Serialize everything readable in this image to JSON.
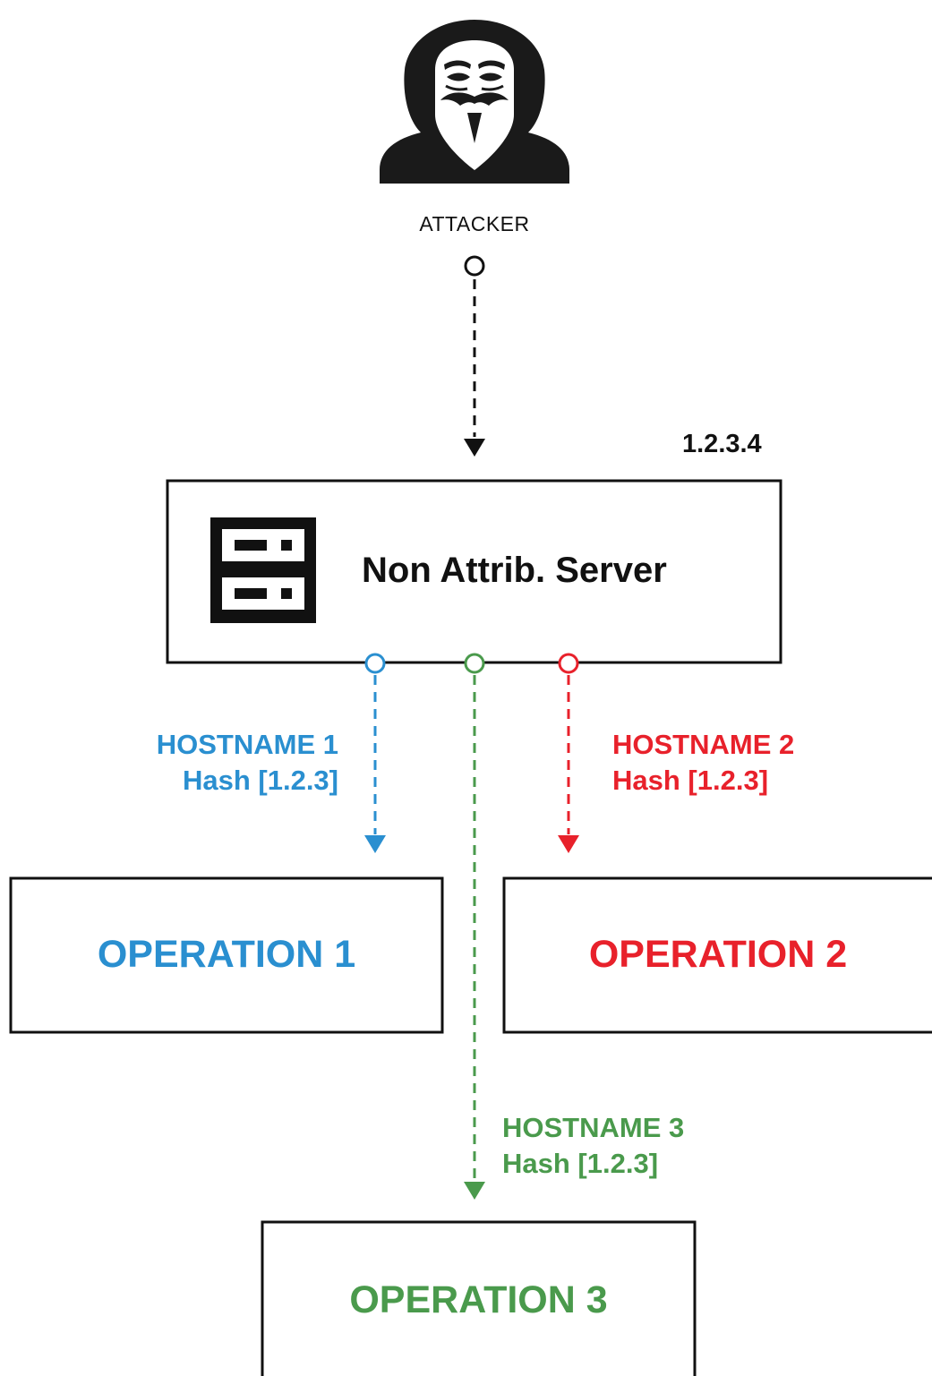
{
  "attacker": {
    "label": "ATTACKER",
    "icon": "hooded-masked-attacker-icon"
  },
  "server": {
    "ip": "1.2.3.4",
    "title": "Non Attrib. Server",
    "icon": "server-rack-icon"
  },
  "operations": [
    {
      "title": "OPERATION 1",
      "color": "#2a8fd0",
      "hostname": "HOSTNAME 1",
      "hash": "Hash [1.2.3]"
    },
    {
      "title": "OPERATION 2",
      "color": "#e8212b",
      "hostname": "HOSTNAME 2",
      "hash": "Hash [1.2.3]"
    },
    {
      "title": "OPERATION 3",
      "color": "#4a9a4c",
      "hostname": "HOSTNAME 3",
      "hash": "Hash [1.2.3]"
    }
  ],
  "colors": {
    "stroke": "#111111",
    "background": "#ffffff"
  }
}
